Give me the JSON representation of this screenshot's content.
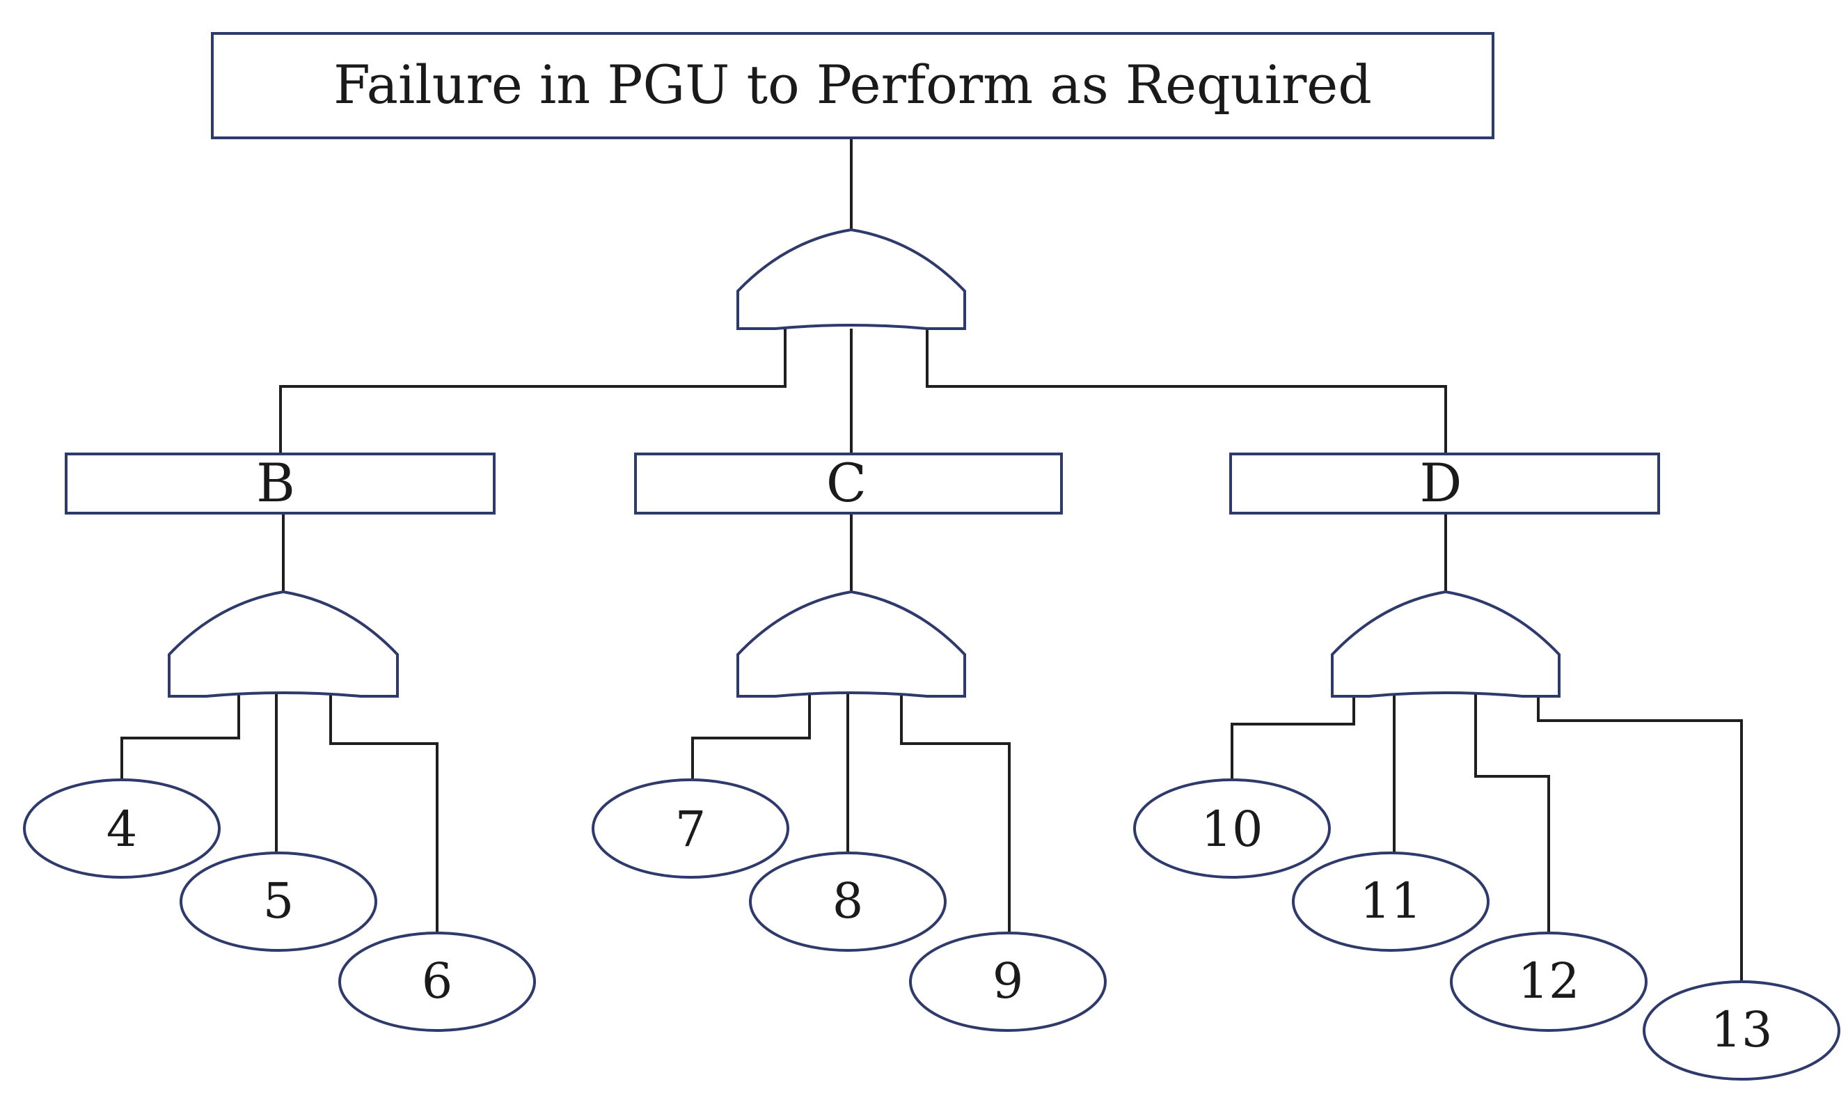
{
  "top_event": {
    "label": "Failure in PGU to Perform as Required"
  },
  "intermediate_events": [
    {
      "id": "B",
      "label": "B"
    },
    {
      "id": "C",
      "label": "C"
    },
    {
      "id": "D",
      "label": "D"
    }
  ],
  "basic_events": [
    {
      "label": "4",
      "parent": "B"
    },
    {
      "label": "5",
      "parent": "B"
    },
    {
      "label": "6",
      "parent": "B"
    },
    {
      "label": "7",
      "parent": "C"
    },
    {
      "label": "8",
      "parent": "C"
    },
    {
      "label": "9",
      "parent": "C"
    },
    {
      "label": "10",
      "parent": "D"
    },
    {
      "label": "11",
      "parent": "D"
    },
    {
      "label": "12",
      "parent": "D"
    },
    {
      "label": "13",
      "parent": "D"
    }
  ],
  "gates": [
    {
      "type": "or-gate",
      "output": "top"
    },
    {
      "type": "or-gate",
      "output": "B"
    },
    {
      "type": "or-gate",
      "output": "C"
    },
    {
      "type": "or-gate",
      "output": "D"
    }
  ],
  "colors": {
    "outline": "#2e3a6b",
    "connector": "#1f1f1f",
    "text": "#1a1a1a"
  }
}
